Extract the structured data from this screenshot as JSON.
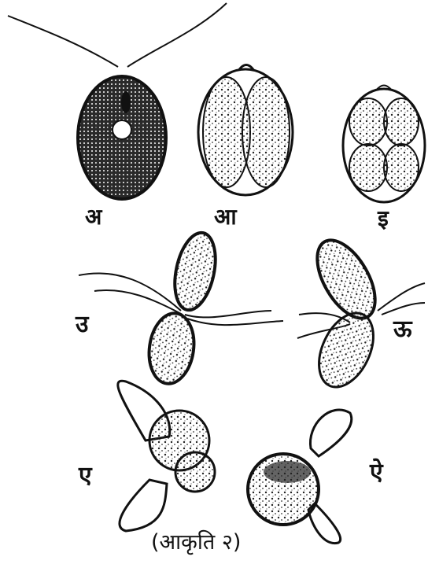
{
  "figure": {
    "labels": {
      "a": "अ",
      "aa": "आ",
      "i": "इ",
      "u": "उ",
      "uu": "ऊ",
      "e": "ए",
      "ai": "ऐ"
    },
    "caption": "(आकृति २)"
  }
}
